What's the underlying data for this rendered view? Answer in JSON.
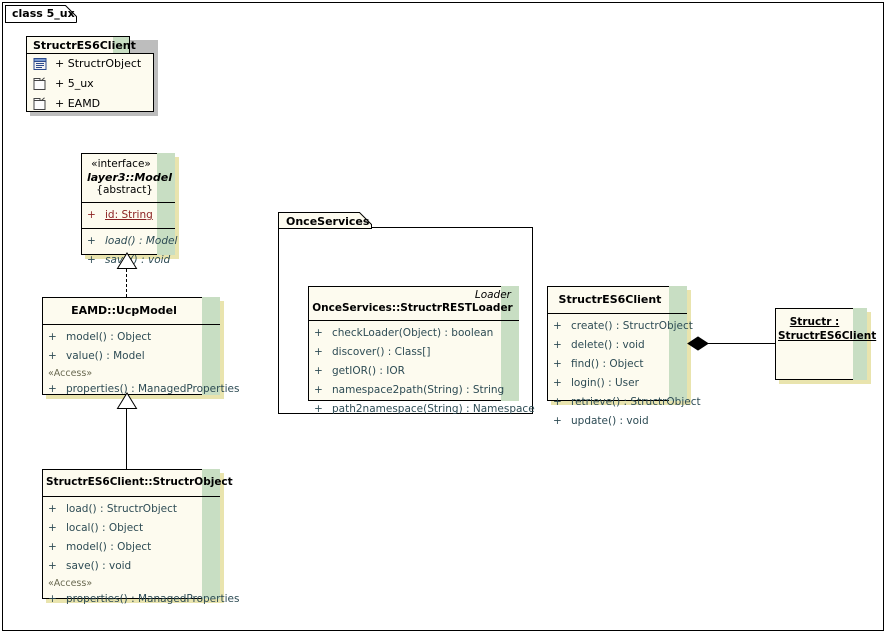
{
  "frame": {
    "label": "class 5_ux"
  },
  "namespace_node": {
    "title": "StructrES6Client",
    "items": [
      {
        "label": "+ StructrObject",
        "icon": "class-icon"
      },
      {
        "label": "+ 5_ux",
        "icon": "package-icon"
      },
      {
        "label": "+ EAMD",
        "icon": "package-icon"
      }
    ]
  },
  "interface_model": {
    "stereotype": "«interface»",
    "name": "layer3::Model",
    "abstract": "{abstract}",
    "attributes": [
      {
        "vis": "+",
        "text": "id:  String"
      }
    ],
    "operations": [
      {
        "vis": "+",
        "text": "load() : Model"
      },
      {
        "vis": "+",
        "text": "save() : void"
      }
    ]
  },
  "class_ucpmodel": {
    "name": "EAMD::UcpModel",
    "operations": [
      {
        "vis": "+",
        "text": "model() : Object"
      },
      {
        "vis": "+",
        "text": "value() : Model"
      }
    ],
    "access_stereotype": "«Access»",
    "access_operations": [
      {
        "vis": "+",
        "text": "properties() : ManagedProperties"
      }
    ]
  },
  "class_structrobject": {
    "name": "StructrES6Client::StructrObject",
    "operations": [
      {
        "vis": "+",
        "text": "load() : StructrObject"
      },
      {
        "vis": "+",
        "text": "local() : Object"
      },
      {
        "vis": "+",
        "text": "model() : Object"
      },
      {
        "vis": "+",
        "text": "save() : void"
      }
    ],
    "access_stereotype": "«Access»",
    "access_operations": [
      {
        "vis": "+",
        "text": "properties() : ManagedProperties"
      }
    ]
  },
  "package_onceservices": {
    "title": "OnceServices"
  },
  "class_restloader": {
    "stereotype": "Loader",
    "name": "OnceServices::StructrRESTLoader",
    "operations": [
      {
        "vis": "+",
        "text": "checkLoader(Object) : boolean"
      },
      {
        "vis": "+",
        "text": "discover() : Class[]"
      },
      {
        "vis": "+",
        "text": "getIOR() : IOR"
      },
      {
        "vis": "+",
        "text": "namespace2path(String) : String"
      },
      {
        "vis": "+",
        "text": "path2namespace(String) : Namespace"
      }
    ]
  },
  "class_structres6client": {
    "name": "StructrES6Client",
    "operations": [
      {
        "vis": "+",
        "text": "create() : StructrObject"
      },
      {
        "vis": "+",
        "text": "delete() : void"
      },
      {
        "vis": "+",
        "text": "find() : Object"
      },
      {
        "vis": "+",
        "text": "login() : User"
      },
      {
        "vis": "+",
        "text": "retrieve() : StructrObject"
      },
      {
        "vis": "+",
        "text": "update() : void"
      }
    ]
  },
  "object_structr": {
    "line1": "Structr :",
    "line2": "StructrES6Client"
  },
  "colors": {
    "node_fill": "#fdfbef",
    "green_accent": "#c8dec3",
    "shadow": "#e9e4ae",
    "operation_text": "#2d4b54",
    "attribute_text": "#8c2222",
    "border": "#000000"
  }
}
